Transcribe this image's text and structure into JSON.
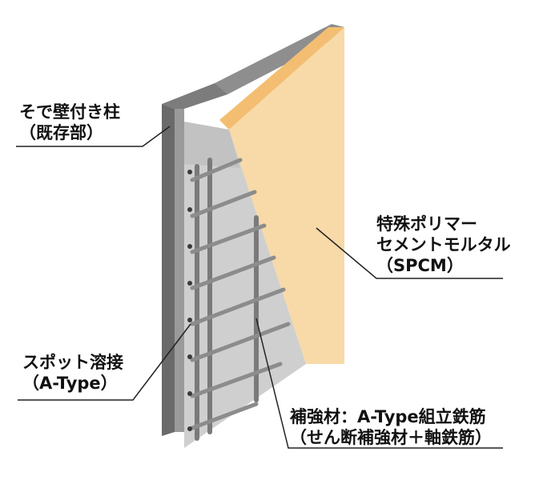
{
  "labels": {
    "column": {
      "line1": "そで壁付き柱",
      "line2": "（既存部）"
    },
    "polymer": {
      "line1": "特殊ポリマー",
      "line2": "セメントモルタル",
      "line3": "（SPCM）"
    },
    "spot_weld": {
      "line1": "スポット溶接",
      "line2": "（A-Type）"
    },
    "reinforcement": {
      "line1": "補強材：A-Type組立鉄筋",
      "line2": "（せん断補強材＋軸鉄筋）"
    }
  },
  "colors": {
    "mortar": "#f8d9a8",
    "mortar_edge": "#f3be72",
    "concrete_front": "#c9c9c9",
    "concrete_top": "#8e8e8e",
    "concrete_side": "#6f6f6f",
    "rebar": "#7a7a7a",
    "leader": "#222222"
  }
}
